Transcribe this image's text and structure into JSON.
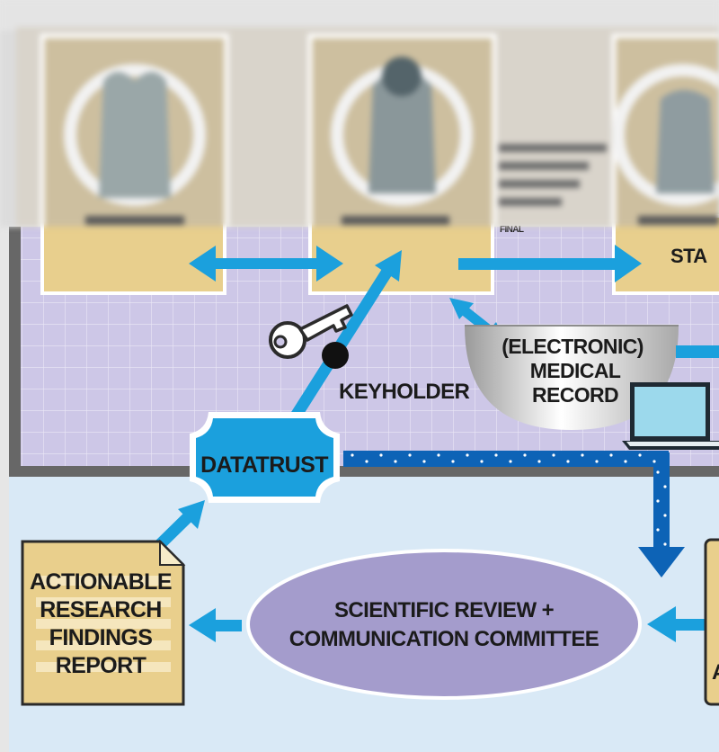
{
  "labels": {
    "datatrust": "DATATRUST",
    "keyholder": "KEYHOLDER",
    "emr": [
      "(ELECTRONIC)",
      "MEDICAL",
      "RECORD"
    ],
    "report": [
      "ACTIONABLE",
      "RESEARCH",
      "FINDINGS",
      "REPORT"
    ],
    "committee": [
      "SCIENTIFIC REVIEW +",
      "COMMUNICATION COMMITTEE"
    ],
    "partial_right_box": "STA",
    "partial_right_bottom": "A",
    "partial_top_fragment": "FINAL"
  },
  "colors": {
    "card_tan": "#e8cf8d",
    "card_border": "#ffffff",
    "grid_purple": "#cdc7e7",
    "grid_line": "#e8e5f5",
    "lower_bg": "#d9e9f6",
    "arrow_blue": "#1ba0dd",
    "hex_blue": "#1ba0dd",
    "dotted_blue": "#0d63b6",
    "oval_purple": "#a49ccc",
    "wall_gray": "#6f6f6f"
  },
  "icons": {
    "key": "key-icon",
    "laptop": "laptop-icon",
    "document": "document-icon"
  }
}
